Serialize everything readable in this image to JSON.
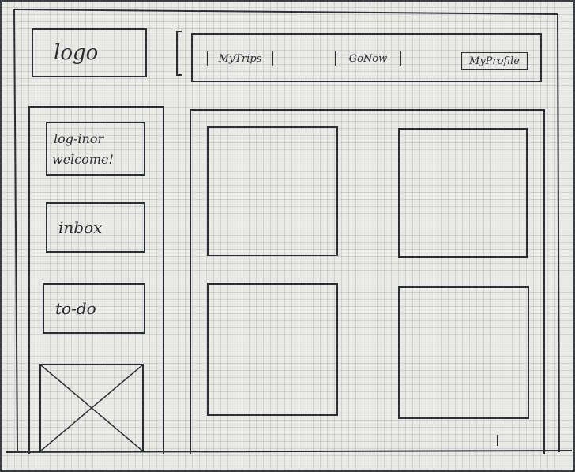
{
  "header": {
    "logo_text": "logo",
    "nav": [
      {
        "label": "MyTrips"
      },
      {
        "label": "GoNow"
      },
      {
        "label": "MyProfile"
      }
    ]
  },
  "sidebar": {
    "login_line1": "log-inor",
    "login_line2": "welcome!",
    "inbox_label": "inbox",
    "todo_label": "to-do",
    "image_placeholder_icon": "image-placeholder-icon"
  },
  "main": {
    "tiles_count_label": "",
    "tiles": [
      {
        "id": "tile-1"
      },
      {
        "id": "tile-2"
      },
      {
        "id": "tile-3"
      },
      {
        "id": "tile-4"
      }
    ]
  }
}
